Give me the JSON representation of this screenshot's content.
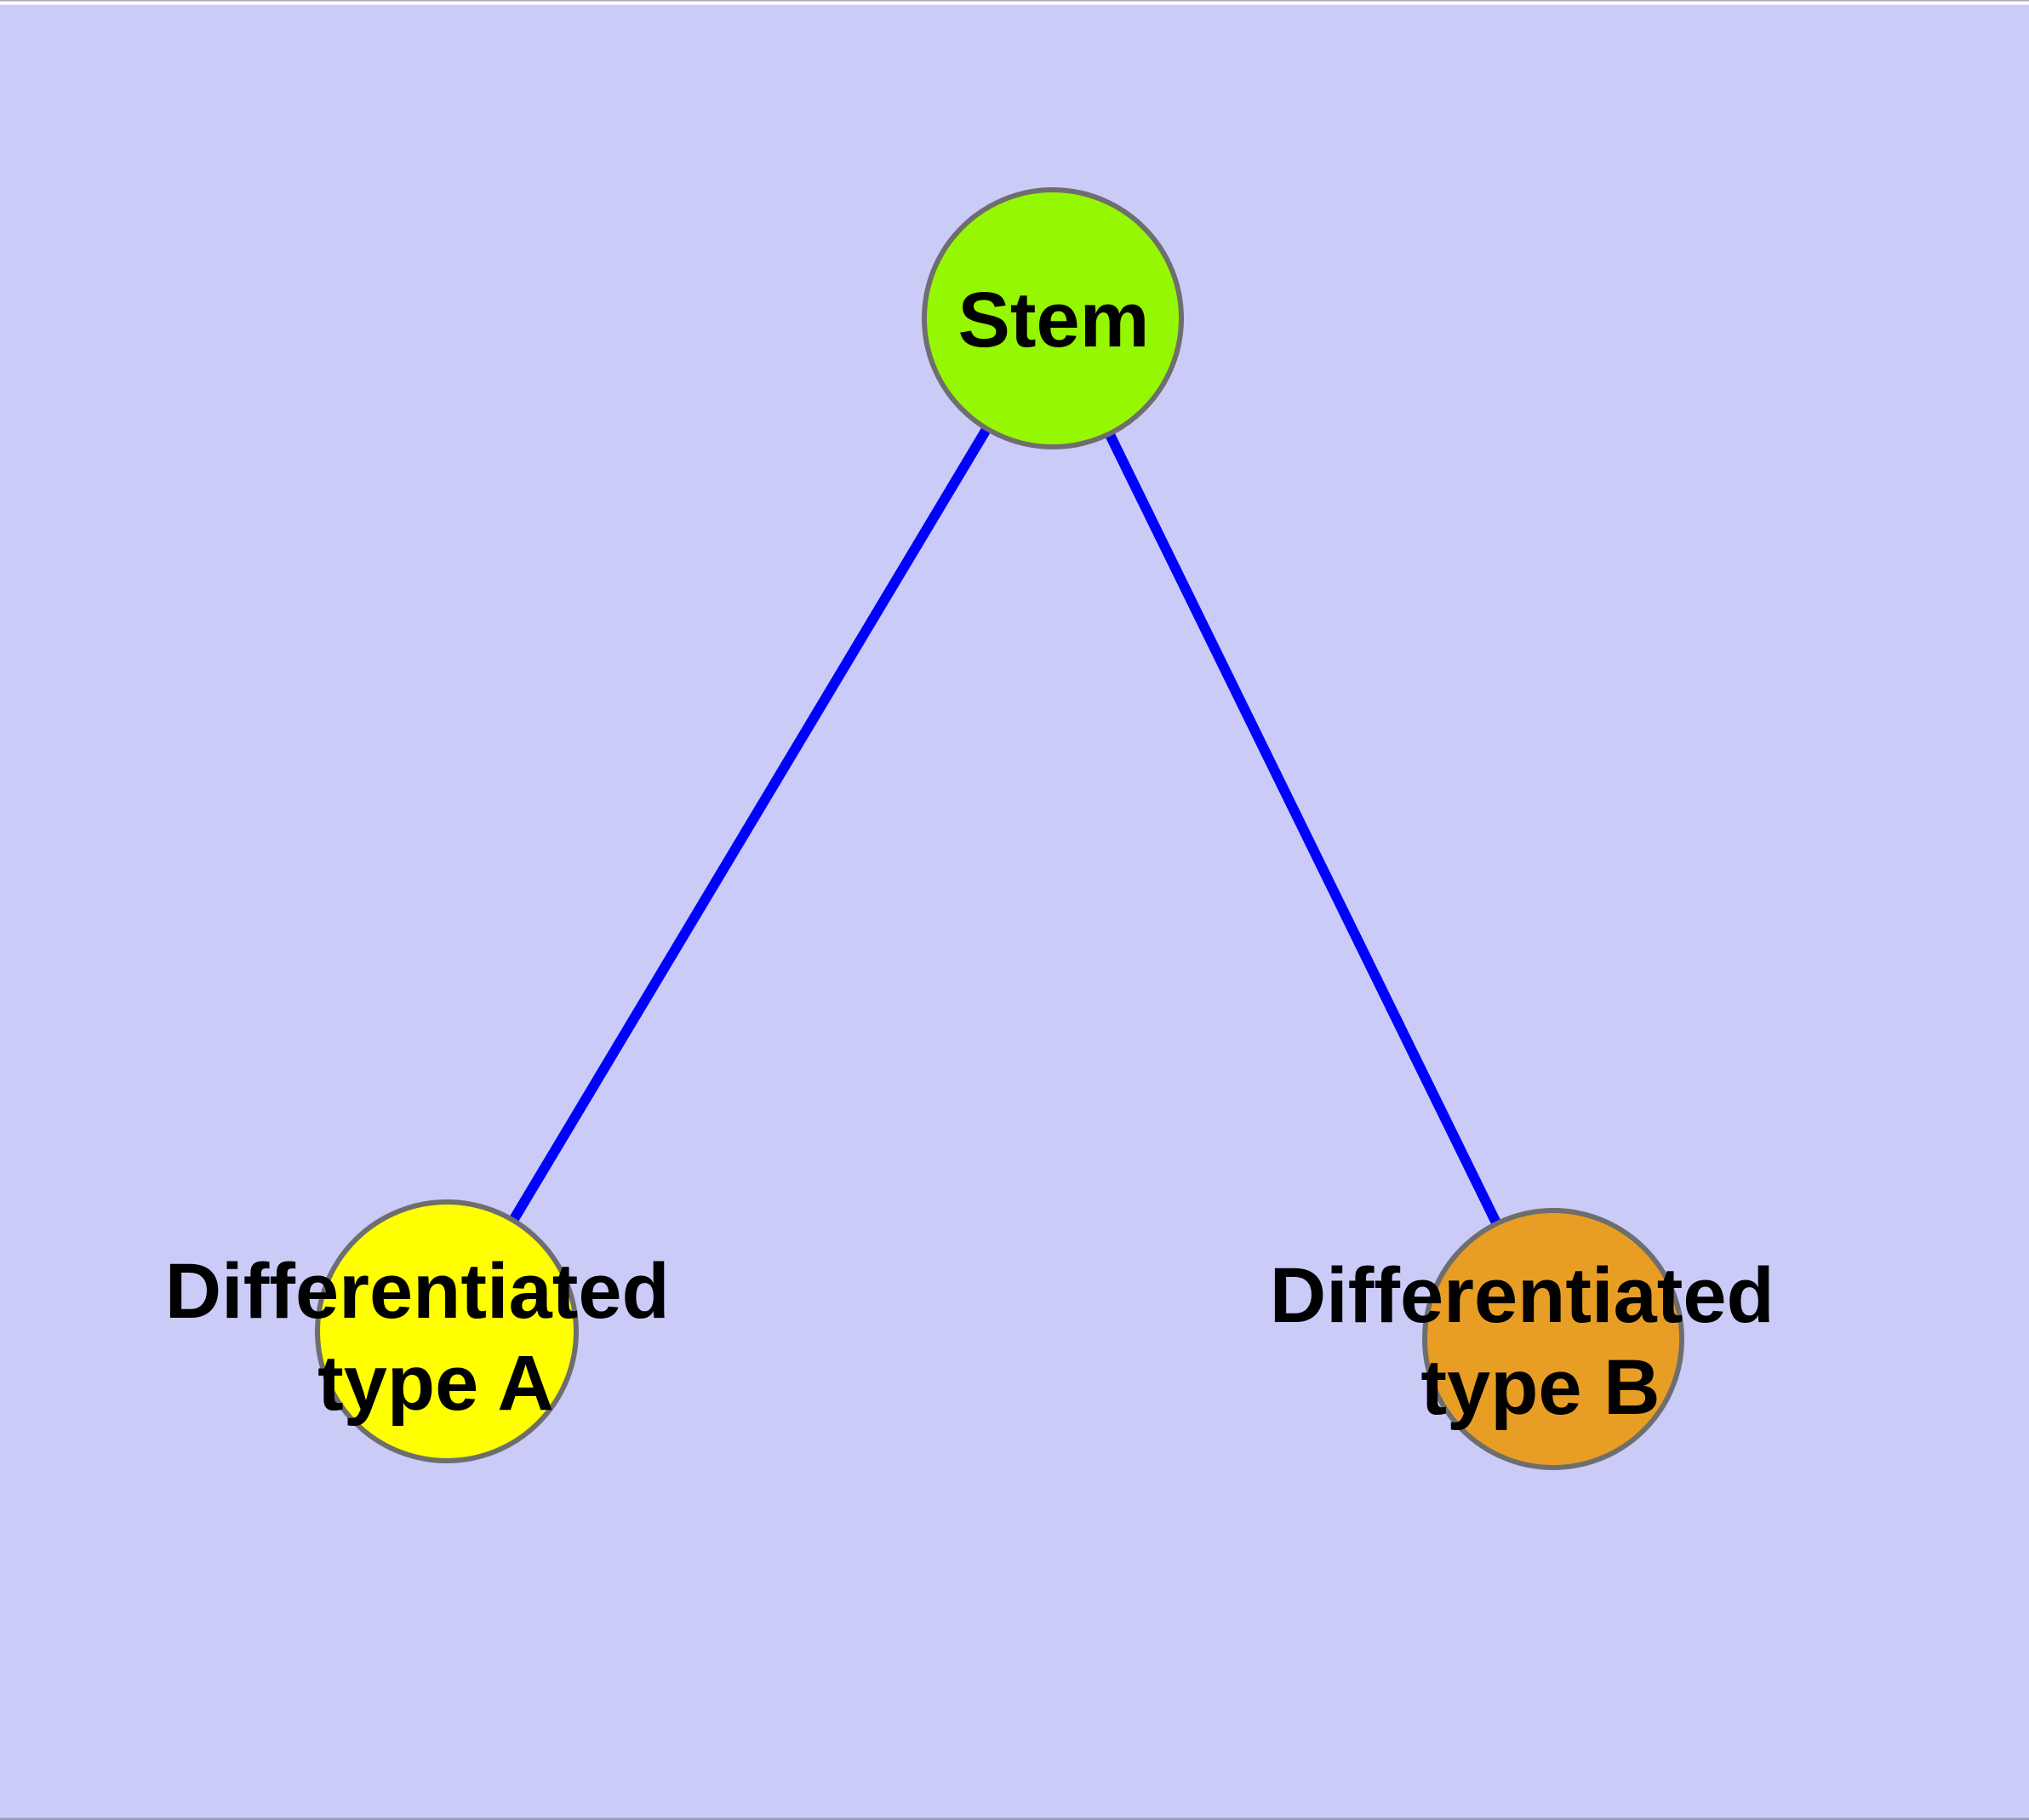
{
  "canvas": {
    "background": "#CBCBF8",
    "top_strip_color": "#FFFFFF",
    "top_edge_line_color": "#ABABB6",
    "bottom_edge_line_color": "#9B9BBC"
  },
  "graph": {
    "text_color": "#000000",
    "node_border_color": "#6E6E6E",
    "edge_color": "#0000FF",
    "nodes": [
      {
        "id": "stem",
        "label": "Stem",
        "label_lines": [
          "Stem"
        ],
        "fill": "#96F702"
      },
      {
        "id": "differentiated-type-a",
        "label": "Differentiated type A",
        "label_lines": [
          "Differentiated",
          "type A"
        ],
        "fill": "#FFFF00"
      },
      {
        "id": "differentiated-type-b",
        "label": "Differentiated type B",
        "label_lines": [
          "Differentiated",
          "type B"
        ],
        "fill": "#E89E25"
      }
    ],
    "edges": [
      {
        "from": "Stem",
        "to": "Differentiated type A"
      },
      {
        "from": "Stem",
        "to": "Differentiated type B"
      }
    ]
  }
}
